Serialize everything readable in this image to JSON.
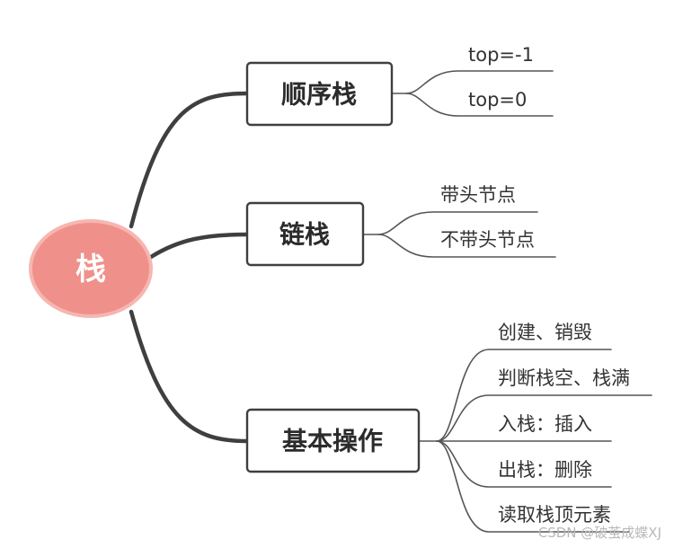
{
  "mindmap": {
    "root": {
      "label": "栈",
      "fill_color": "#f0908a",
      "border_color": "#f6b6b1"
    },
    "branches": [
      {
        "label": "顺序栈",
        "children": [
          "top=-1",
          "top=0"
        ]
      },
      {
        "label": "链栈",
        "children": [
          "带头节点",
          "不带头节点"
        ]
      },
      {
        "label": "基本操作",
        "children": [
          "创建、销毁",
          "判断栈空、栈满",
          "入栈：插入",
          "出栈：删除",
          "读取栈顶元素"
        ]
      }
    ]
  },
  "watermark": "CSDN @破茧成蝶XJ",
  "colors": {
    "line": "#3f3f3f",
    "leaf_line": "#555555",
    "text": "#2b2b2b",
    "background": "#ffffff"
  }
}
